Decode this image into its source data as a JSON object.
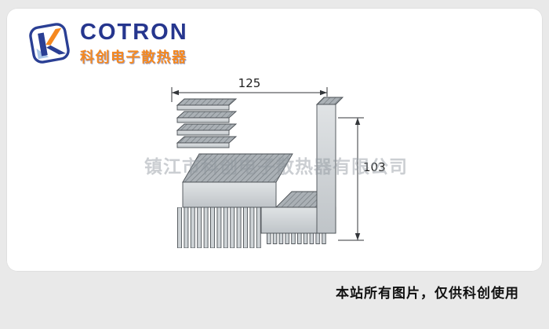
{
  "logo": {
    "brand": "COTRON",
    "tagline_cn": "科创电子散热器"
  },
  "drawing": {
    "type": "heatsink-extrusion-cross-section",
    "width_label": "125",
    "height_label": "103"
  },
  "watermark": {
    "text": "镇江市科创电子散热器有限公司"
  },
  "footer": {
    "notice": "本站所有图片，仅供科创使用"
  },
  "colors": {
    "brand_blue": "#26368e",
    "brand_orange": "#f5881f",
    "page_bg": "#e9e9e9",
    "panel_bg": "#ffffff",
    "drawing_line": "#4a4f54"
  }
}
